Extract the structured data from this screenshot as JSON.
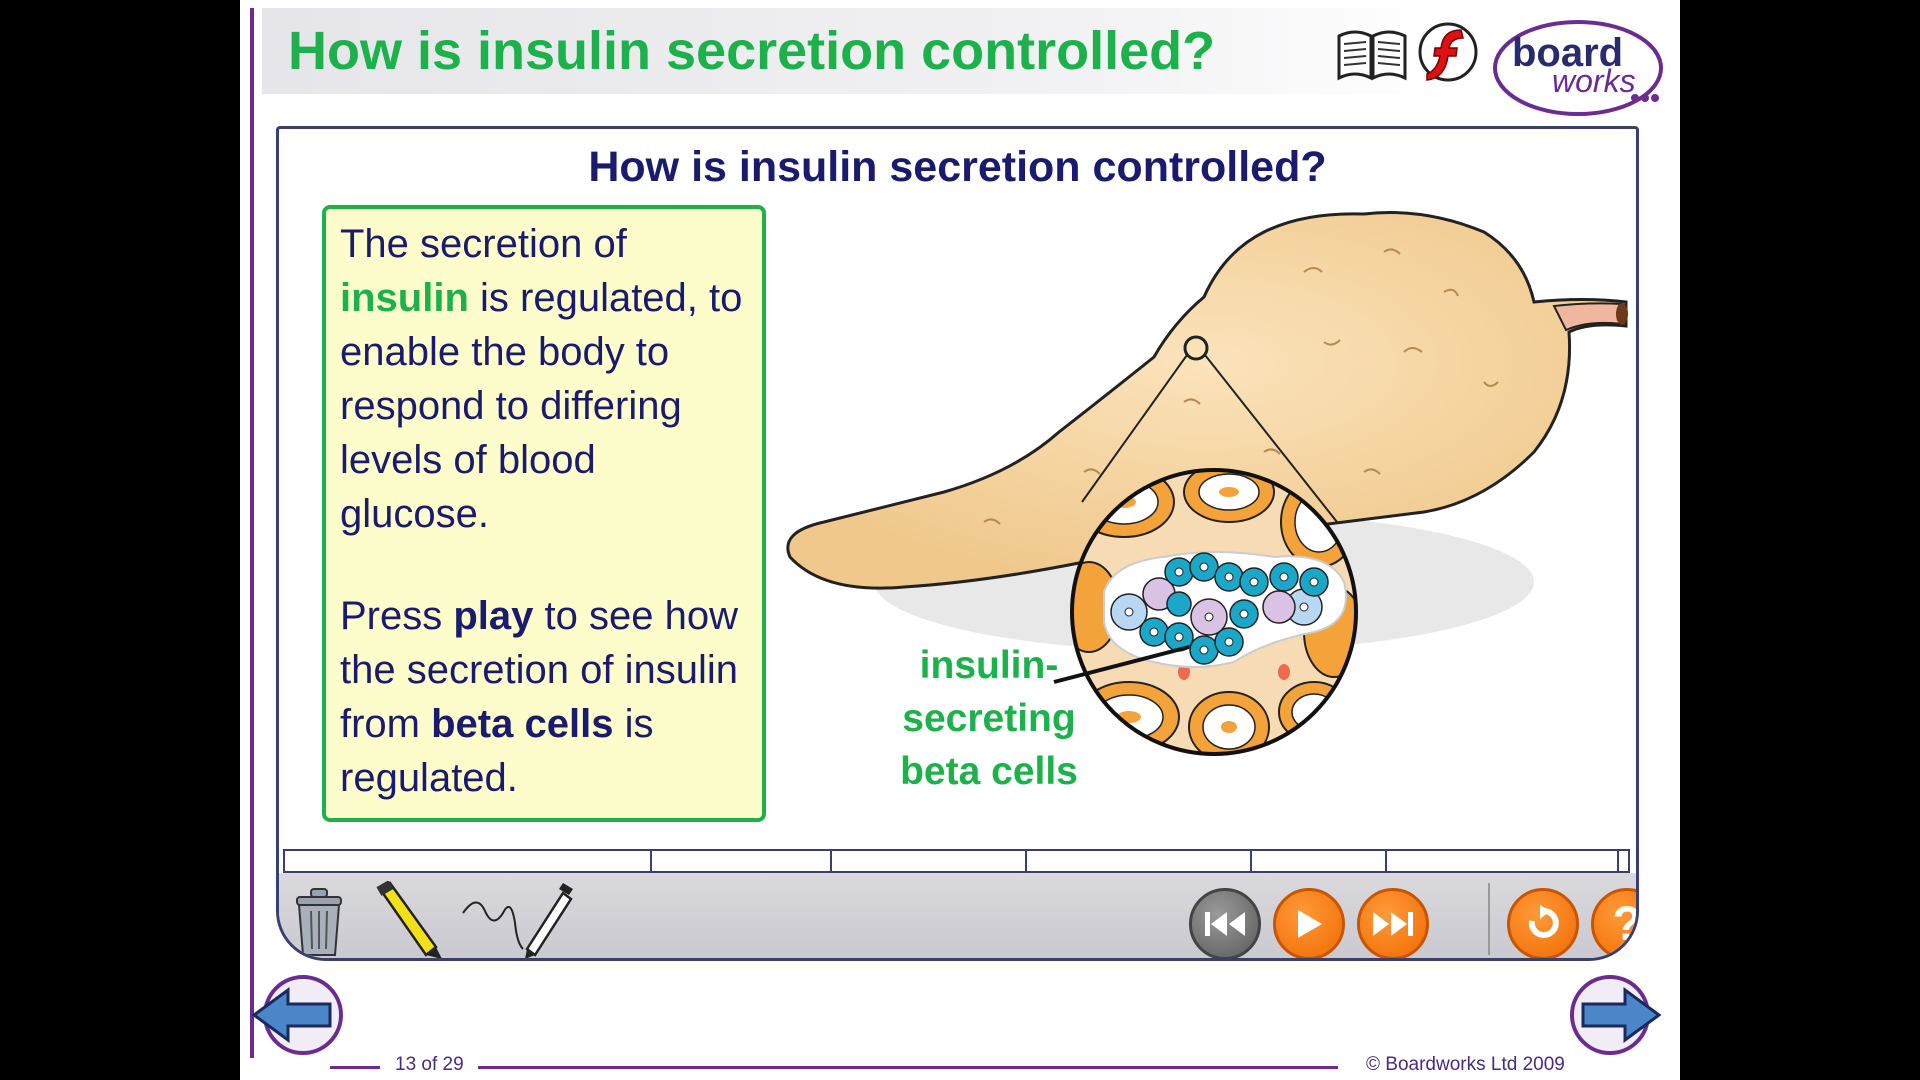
{
  "header": {
    "title": "How is insulin secretion controlled?",
    "logo_line1": "board",
    "logo_line2": "works"
  },
  "icons": {
    "book": "open-book-icon",
    "flash": "flash-icon",
    "back": "back-arrow-icon",
    "forward": "forward-arrow-icon",
    "trash": "trash-icon",
    "highlighter": "highlighter-icon",
    "pen": "pen-icon",
    "rewind": "rewind-icon",
    "play": "play-icon",
    "fast_forward": "fast-forward-icon",
    "replay": "replay-icon",
    "help": "help-icon"
  },
  "panel": {
    "title": "How is insulin secretion controlled?",
    "para1": {
      "t1": "The secretion of ",
      "insulin": "insulin",
      "t2": " is regulated, to enable the body to respond to differing levels of blood glucose."
    },
    "para2": {
      "t1": "Press ",
      "play": "play",
      "t2": " to see how the secretion of insulin from ",
      "beta": "beta cells",
      "t3": " is regulated."
    },
    "callout": {
      "line1": "insulin-",
      "line2": "secreting",
      "line3": "beta cells"
    }
  },
  "controls": {
    "help_symbol": "?"
  },
  "footer": {
    "page_number": "13 of 29",
    "copyright": "© Boardworks Ltd 2009"
  },
  "colors": {
    "title_green": "#1db14b",
    "navy": "#1a1a6e",
    "purple": "#6a2c91",
    "orange": "#f06a00",
    "textbox_bg": "#fdfdcc"
  }
}
